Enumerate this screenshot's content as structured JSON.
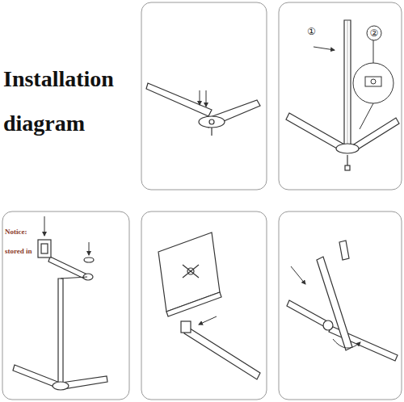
{
  "diagram": {
    "title": "Installation diagram",
    "labels": [
      "①",
      "②",
      "Notice:",
      "stored in"
    ]
  }
}
